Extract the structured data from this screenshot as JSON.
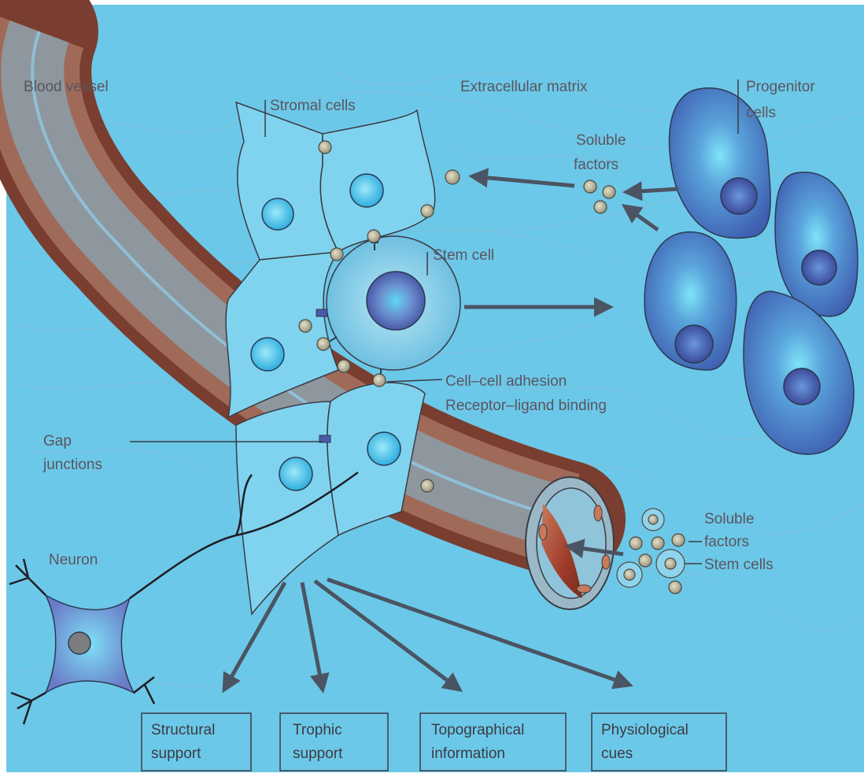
{
  "colors": {
    "background": "#6cc8e8",
    "vessel_outer": "#8a4a3c",
    "vessel_mid": "#a8705e",
    "vessel_inner": "#8f9aa3",
    "vessel_center_line": "#8fbfd6",
    "stromal_cell_fill": "#7fd3ef",
    "nucleus_fill": "#3fb8e4",
    "stem_cell_fill": "#8fcfe8",
    "progenitor_fill": "#4a78c0",
    "progenitor_core": "#5fd0ef",
    "factor_fill": "#b8b49a",
    "arrow": "#4a5462",
    "outline": "#3b3b44"
  },
  "labels": {
    "blood_vessel": "Blood vessel",
    "stromal_cells": "Stromal cells",
    "extracellular_matrix": "Extracellular matrix",
    "progenitor_line1": "Progenitor",
    "progenitor_line2": "cells",
    "soluble_factors_top_line1": "Soluble",
    "soluble_factors_top_line2": "factors",
    "stem_cell": "Stem cell",
    "adhesion_line1": "Cell–cell adhesion",
    "adhesion_line2": "Receptor–ligand binding",
    "gap_line1": "Gap",
    "gap_line2": "junctions",
    "neuron": "Neuron",
    "soluble_factors_right_line1": "Soluble",
    "soluble_factors_right_line2": "factors",
    "stem_cells": "Stem cells"
  },
  "boxes": [
    {
      "line1": "Structural",
      "line2": "support"
    },
    {
      "line1": "Trophic",
      "line2": "support"
    },
    {
      "line1": "Topographical",
      "line2": "information"
    },
    {
      "line1": "Physiological",
      "line2": "cues"
    }
  ]
}
